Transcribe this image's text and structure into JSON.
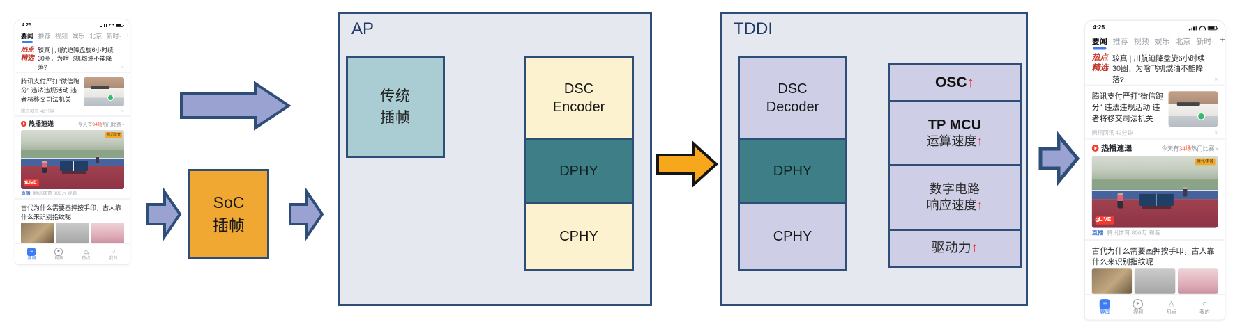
{
  "diagram": {
    "ap": {
      "title": "AP",
      "legacy": {
        "line1": "传统",
        "line2": "插帧"
      },
      "stack": [
        {
          "line1": "DSC",
          "line2": "Encoder"
        },
        {
          "line1": "DPHY"
        },
        {
          "line1": "CPHY"
        }
      ]
    },
    "soc": {
      "line1": "SoC",
      "line2": "插帧"
    },
    "tddi": {
      "title": "TDDI",
      "stack": [
        {
          "line1": "DSC",
          "line2": "Decoder"
        },
        {
          "line1": "DPHY"
        },
        {
          "line1": "CPHY"
        }
      ],
      "benefits": [
        {
          "line1": "OSC",
          "arrow": "↑"
        },
        {
          "line1": "TP MCU",
          "line2": "运算速度",
          "arrow": "↑"
        },
        {
          "line1": "数字电路",
          "line2": "响应速度",
          "arrow": "↑"
        },
        {
          "line1": "驱动力",
          "arrow": "↑"
        }
      ]
    },
    "colors": {
      "navy_border": "#2e4d77",
      "panel_bg": "#e6e8ef",
      "teal_box": "#a9cdd3",
      "cream_box": "#fdf2d0",
      "dark_teal_box": "#3e7e86",
      "lavender_box": "#cfcee7",
      "soc_orange": "#f0a832",
      "arrow_periwinkle": "#9aa2d2",
      "arrow_orange": "#f7a71b",
      "up_arrow_red": "#f5222d"
    }
  },
  "phone": {
    "status_time": "4:25",
    "tabs": [
      "要闻",
      "推荐",
      "视频",
      "娱乐",
      "北京",
      "新时·"
    ],
    "tabs_add": "+",
    "feed": {
      "item1": {
        "badge_line1": "热点",
        "badge_line2": "精选",
        "headline": "较真 | 川航迫降盘旋6小时续30圈，为啥飞机燃油不能降落?"
      },
      "item2": {
        "headline": "腾讯支付严打“微信跑分” 违法违规活动 违者将移交司法机关",
        "meta": "腾讯网讯 42分钟"
      },
      "hot_section": {
        "title": "热播速递",
        "right_prefix": "今天有",
        "right_highlight": "34场",
        "right_suffix": "热门比赛 ›"
      },
      "video": {
        "live_label": "LIVE",
        "corner_badge": "腾讯体育",
        "meta_tag": "直播",
        "meta_text": "腾讯体育 806万 观看"
      },
      "item3": {
        "headline": "古代为什么需要画押按手印，古人靠什么来识别指纹呢"
      }
    },
    "nav": [
      {
        "label": "要闻"
      },
      {
        "label": "视频"
      },
      {
        "label": "热点"
      },
      {
        "label": "我的"
      }
    ],
    "icons": {
      "dismiss_glyph": "×",
      "nav_home_glyph": "≡",
      "nav_video_glyph": "▶",
      "nav_hot_glyph": "△",
      "nav_me_glyph": "○"
    }
  }
}
